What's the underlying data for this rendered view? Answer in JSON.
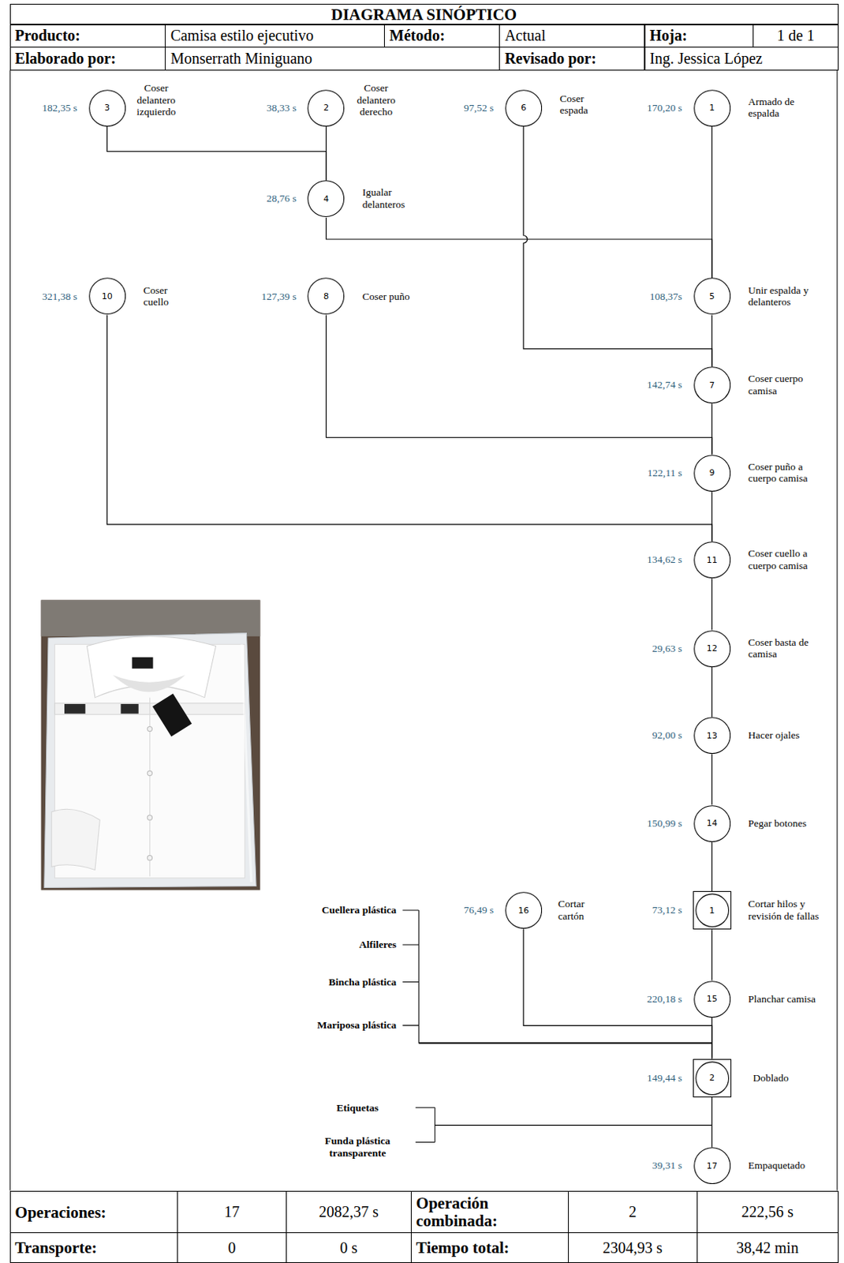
{
  "diagram": {
    "title": "DIAGRAMA SINÓPTICO",
    "nodes": [
      {
        "text": [
          "3",
          "Coser delantero izquierdo",
          "182,35 s"
        ]
      },
      {
        "text": [
          "2",
          "Coser delantero derecho",
          "38,33 s"
        ]
      },
      {
        "text": [
          "6",
          "Coser espada",
          "97,52 s"
        ]
      },
      {
        "text": [
          "1",
          "Armado de espalda",
          "170,20 s"
        ]
      },
      {
        "text": [
          "4",
          "Igualar delanteros",
          "28,76 s"
        ]
      },
      {
        "text": [
          "10",
          "Coser cuello",
          "321,38 s"
        ]
      },
      {
        "text": [
          "8",
          "Coser puño",
          "127,39 s"
        ]
      },
      {
        "text": [
          "5",
          "Unir espalda y delanteros",
          "108,37s"
        ]
      },
      {
        "text": [
          "7",
          "Coser cuerpo camisa",
          "142,74 s"
        ]
      },
      {
        "text": [
          "9",
          "Coser puño a cuerpo camisa",
          "122,11 s"
        ]
      },
      {
        "text": [
          "11",
          "Coser cuello a cuerpo camisa",
          "134,62 s"
        ]
      },
      {
        "text": [
          "12",
          "Coser basta de camisa",
          "29,63 s"
        ]
      },
      {
        "text": [
          "13",
          "Hacer ojales",
          "92,00 s"
        ]
      },
      {
        "text": [
          "14",
          "Pegar botones",
          "150,99 s"
        ]
      },
      {
        "text": [
          "16",
          "Cortar cartón",
          "76,49 s"
        ]
      },
      {
        "text": [
          "1",
          "Cortar hilos y revisión de fallas",
          "73,12 s"
        ]
      },
      {
        "text": [
          "15",
          "Planchar camisa",
          "220,18 s"
        ]
      },
      {
        "text": [
          "2",
          "Doblado",
          "149,44 s"
        ]
      },
      {
        "text": [
          "17",
          "Empaquetado",
          "39,31 s"
        ]
      }
    ],
    "edges": [
      {
        "from": 0,
        "to": 4,
        "arrow": "none"
      },
      {
        "from": 1,
        "to": 4,
        "arrow": "none"
      },
      {
        "from": 4,
        "to": 7,
        "arrow": "none"
      },
      {
        "from": 3,
        "to": 7,
        "arrow": "none"
      },
      {
        "from": 2,
        "to": 8,
        "arrow": "none"
      },
      {
        "from": 7,
        "to": 8,
        "arrow": "none"
      },
      {
        "from": 8,
        "to": 9,
        "arrow": "none"
      },
      {
        "from": 6,
        "to": 9,
        "arrow": "none"
      },
      {
        "from": 9,
        "to": 10,
        "arrow": "none"
      },
      {
        "from": 5,
        "to": 10,
        "arrow": "none"
      },
      {
        "from": 10,
        "to": 11,
        "arrow": "none"
      },
      {
        "from": 11,
        "to": 12,
        "arrow": "none"
      },
      {
        "from": 12,
        "to": 13,
        "arrow": "none"
      },
      {
        "from": 13,
        "to": 15,
        "arrow": "none"
      },
      {
        "from": 15,
        "to": 16,
        "arrow": "none"
      },
      {
        "from": 14,
        "to": 17,
        "arrow": "none"
      },
      {
        "from": 16,
        "to": 17,
        "arrow": "none"
      },
      {
        "from": 17,
        "to": 18,
        "arrow": "none"
      }
    ],
    "labels": [
      "Producto:",
      "Camisa estilo ejecutivo",
      "Método:",
      "Actual",
      "Hoja:",
      "1 de 1",
      "Elaborado por:",
      "Monserrath Miniguano",
      "Revisado por:",
      "Ing. Jessica López",
      "Cuellera plástica",
      "Alfileres",
      "Bincha plástica",
      "Mariposa plástica",
      "Etiquetas",
      "Funda plástica transparente",
      "Operaciones:",
      "17",
      "2082,37 s",
      "Operación combinada:",
      "2",
      "222,56 s",
      "Transporte:",
      "0",
      "0 s",
      "Tiempo total:",
      "2304,93 s",
      "38,42 min"
    ]
  }
}
